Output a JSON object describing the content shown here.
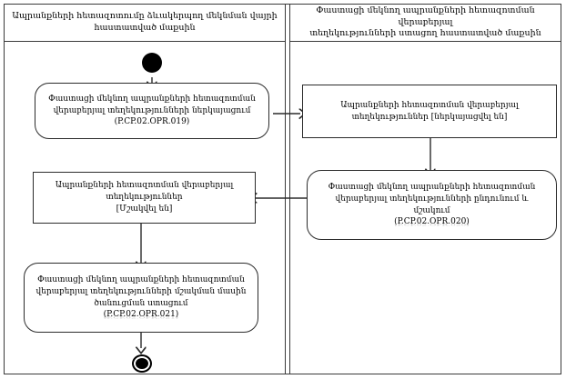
{
  "diagram": {
    "type": "uml-activity-diagram",
    "lanes": [
      {
        "id": "left",
        "title_line1": "Ապրանքների հետազոտումը ձևակերպող  մեկնման վայրի",
        "title_line2": "հաստատված մաքսին"
      },
      {
        "id": "right",
        "title_line1": "Փաստացի մեկնող ապրանքների հետազոտման վերաբերյալ",
        "title_line2": "տեղեկությունների ստացող հաստատված մաքսին"
      }
    ],
    "nodes": {
      "initial": {
        "name": "initial-node"
      },
      "final": {
        "name": "final-node"
      },
      "left_action_1": {
        "kind": "action",
        "line1": "Փաստացի մեկնող ապրանքների հետազոտման",
        "line2": "վերաբերյալ տեղեկությունների ներկայացում",
        "code": "(P.CP.02.OPR.019)"
      },
      "left_object_1": {
        "kind": "object",
        "line1": "Ապրանքների հետազոտման վերաբերյալ",
        "line2": "տեղեկություններ",
        "state": "[Մշակվել են]"
      },
      "left_action_2": {
        "kind": "action",
        "line1": "Փաստացի մեկնող ապրանքների հետազոտման",
        "line2": "վերաբերյալ տեղեկությունների մշակման մասին",
        "line3": "ծանուցման ստացում",
        "code": "(P.CP.02.OPR.021)"
      },
      "right_object_1": {
        "kind": "object",
        "line1": "Ապրանքների հետազոտման վերաբերյալ",
        "line2": "տեղեկություններ [ներկայացվել են]"
      },
      "right_action_1": {
        "kind": "action",
        "line1": "Փաստացի մեկնող ապրանքների հետազոտման",
        "line2": "վերաբերյալ տեղեկությունների ընդունում և",
        "line3": "մշակում",
        "code": "(P.CP.02.OPR.020)"
      }
    },
    "colors": {
      "stroke": "#2b2b2b",
      "frame": "#3a3a3a",
      "background": "#ffffff",
      "node_fill": "#ffffff"
    }
  }
}
